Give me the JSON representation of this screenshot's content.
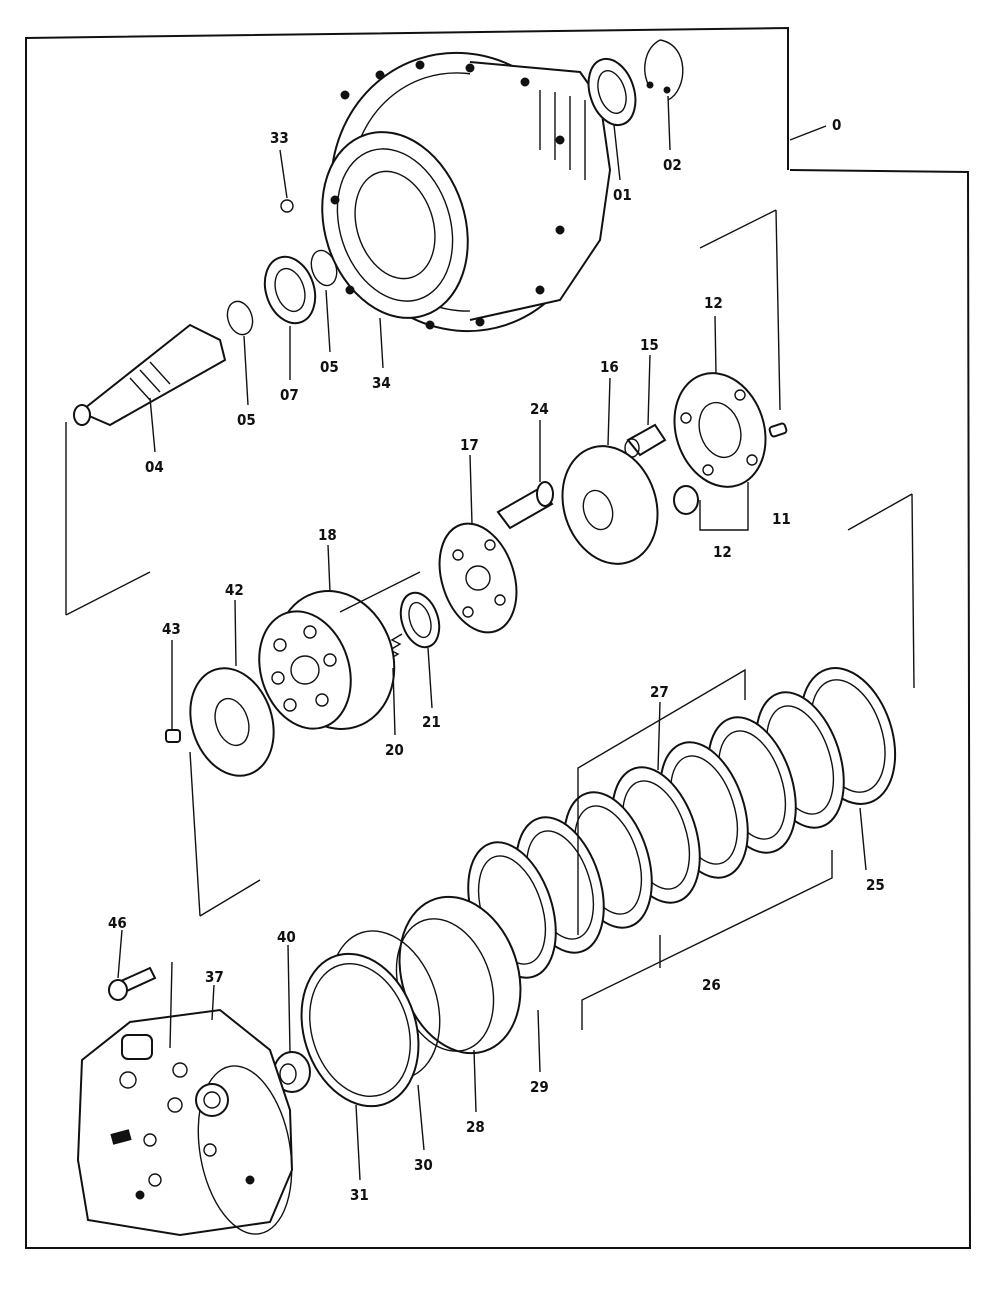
{
  "diagram": {
    "assembly_label": "0",
    "part_labels": [
      "01",
      "02",
      "33",
      "34",
      "05",
      "07",
      "05",
      "04",
      "12",
      "15",
      "16",
      "24",
      "17",
      "11",
      "12",
      "18",
      "42",
      "43",
      "21",
      "20",
      "27",
      "25",
      "26",
      "29",
      "28",
      "30",
      "31",
      "46",
      "37",
      "40"
    ]
  }
}
